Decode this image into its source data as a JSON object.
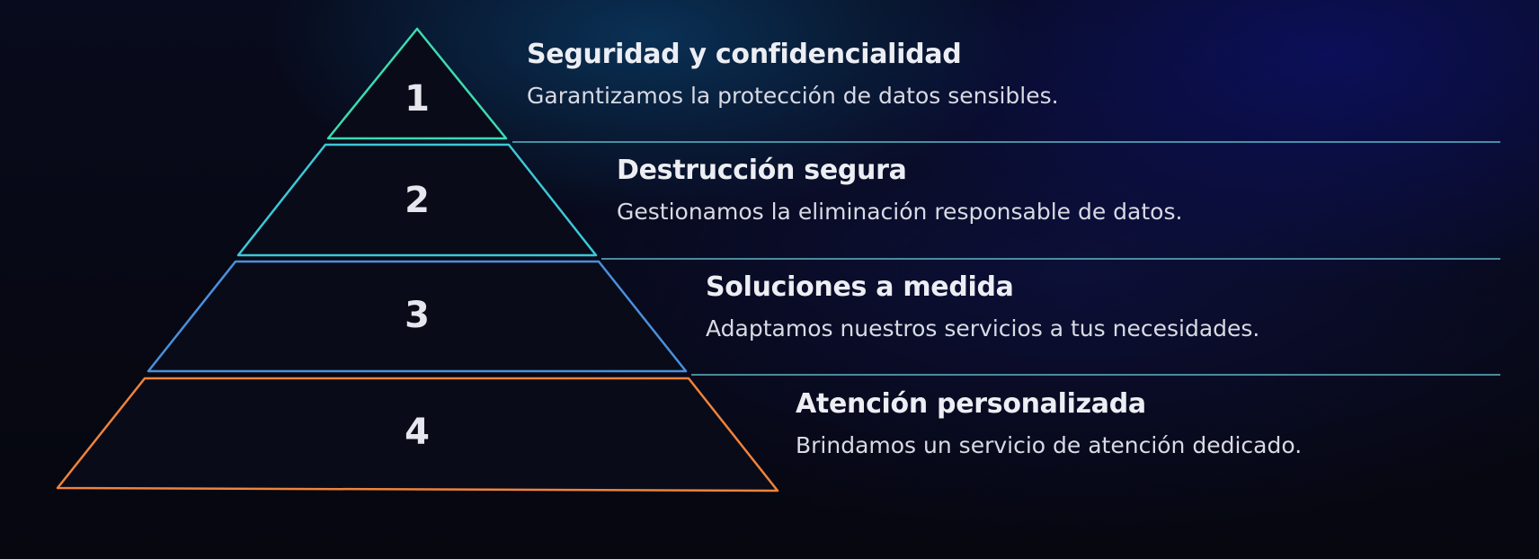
{
  "tiers": [
    {
      "number": "1",
      "title": "Seguridad y confidencialidad",
      "description": "Garantizamos la protección de datos sensibles.",
      "color": "#3ddbb0"
    },
    {
      "number": "2",
      "title": "Destrucción segura",
      "description": "Gestionamos la eliminación responsable de datos.",
      "color": "#3cc8d8"
    },
    {
      "number": "3",
      "title": "Soluciones a medida",
      "description": "Adaptamos nuestros servicios a tus necesidades.",
      "color": "#4a90dc"
    },
    {
      "number": "4",
      "title": "Atención personalizada",
      "description": "Brindamos un servicio de atención dedicado.",
      "color": "#f0833c"
    }
  ],
  "divider_color": "#5fb8c8"
}
